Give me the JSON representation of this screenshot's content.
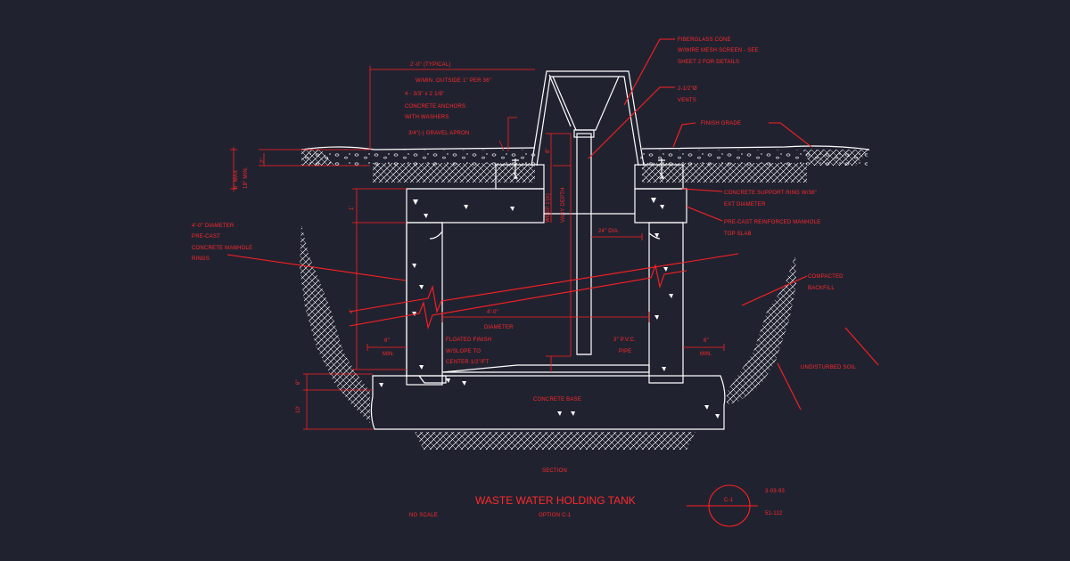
{
  "drawing": {
    "title": "WASTE WATER HOLDING TANK",
    "section_label": "SECTION",
    "scale_note": "NO SCALE",
    "option_note": "OPTION C-1",
    "title_block": {
      "detail_id": "C-1",
      "date": "3-03-93",
      "sheet": "51-112"
    },
    "colors": {
      "background": "#212230",
      "linework": "#ffffff",
      "annotation": "#ff2020"
    }
  },
  "callouts": {
    "typical_width": "2'-0\" (TYPICAL)",
    "outside_note": "W/MIN. OUTSIDE 1\" PER 36\"",
    "anchors": [
      "4 - 3/3\" x 2 1/8\"",
      "CONCRETE ANCHORS",
      "WITH WASHERS"
    ],
    "gravel": "3/4\"(-) GRAVEL APRON",
    "cone": [
      "FIBERGLASS CONE",
      "W/WIRE MESH SCREEN - SEE",
      "SHEET 2 FOR DETAILS"
    ],
    "vents": [
      "2-1/2\"Ø",
      "VENTS"
    ],
    "finish_grade": "FINISH GRADE",
    "support_ring": [
      "CONCRETE SUPPORT RING W/38\"",
      "EXT DIAMETER"
    ],
    "top_slab": [
      "PRE-CAST REINFORCED MANHOLE",
      "TOP SLAB"
    ],
    "manhole_rings": [
      "4'-0\" DIAMETER",
      "PRE-CAST",
      "CONCRETE MANHOLE",
      "RINGS"
    ],
    "backfill": [
      "COMPACTED",
      "BACKFILL"
    ],
    "undisturbed": "UNDISTURBED SOIL",
    "diameter": [
      "4'-0\"",
      "DIAMETER"
    ],
    "floated": [
      "FLOATED FINISH",
      "W/SLOPE TO",
      "CENTER 1/2\"/FT"
    ],
    "pvc": [
      "3\" P.V.C.",
      "PIPE"
    ],
    "base": "CONCRETE BASE",
    "pipe_dia": "24\" DIA.",
    "vary_depth": "VARY DEPTH",
    "depth_dim": "WEEP 1'(±)",
    "min_left": [
      "6\"",
      "MIN."
    ],
    "min_right": [
      "6\"",
      "MIN."
    ],
    "max_min": [
      "6\" MAX",
      "18\" MIN."
    ],
    "dim_small": "2\"",
    "dim_one": "1'",
    "dim_six": "6\"",
    "dim_four": "4'",
    "dim_ten": "10'",
    "dim_eight": "8\""
  }
}
